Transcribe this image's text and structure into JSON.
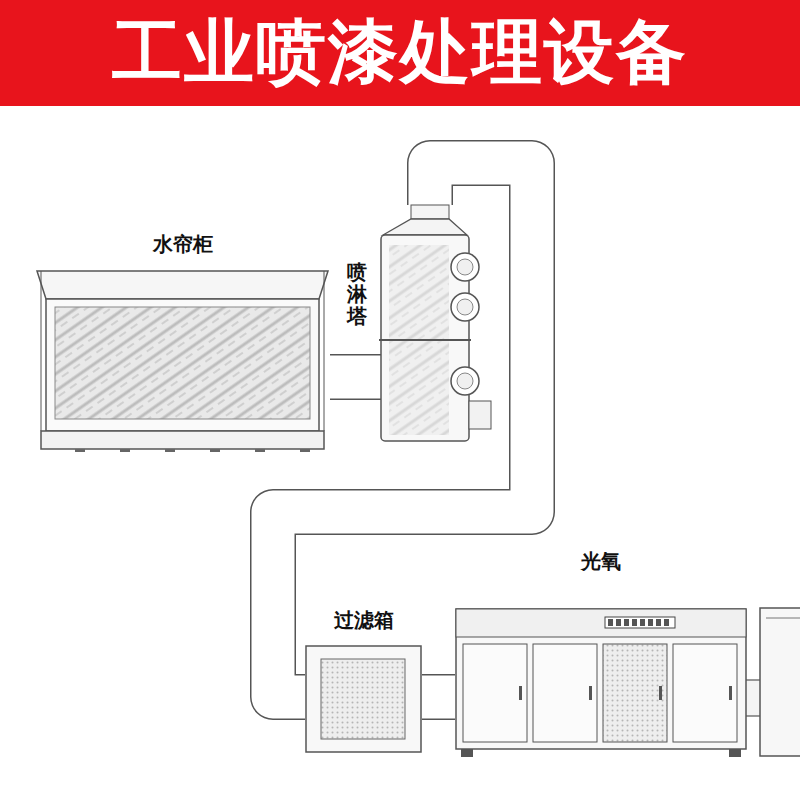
{
  "diagram": {
    "title": "工业喷漆处理设备",
    "nodes": [
      {
        "text": [
          "水帘柜"
        ]
      },
      {
        "text": [
          "喷淋塔"
        ]
      },
      {
        "text": [
          "过滤箱"
        ]
      },
      {
        "text": [
          "光氧"
        ]
      }
    ],
    "edges": [
      {
        "from": 0,
        "to": 1,
        "arrow": "none"
      },
      {
        "from": 1,
        "to": 2,
        "arrow": "none"
      },
      {
        "from": 2,
        "to": 3,
        "arrow": "none"
      }
    ]
  }
}
